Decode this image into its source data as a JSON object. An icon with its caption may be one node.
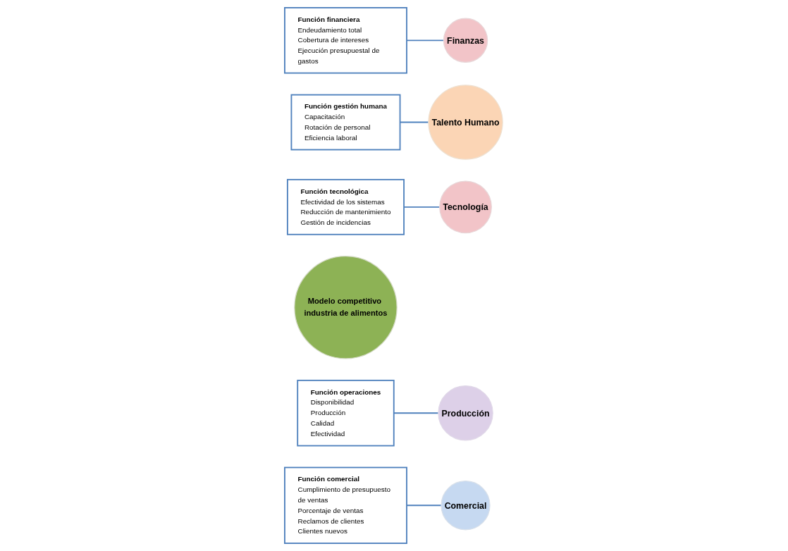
{
  "diagram": {
    "nodes": [
      {
        "text": [
          "Función financiera",
          "Endeudamiento total",
          "Cobertura de intereses",
          "Ejecución presupuestal de gastos"
        ]
      },
      {
        "text": [
          "Función gestión humana",
          "Capacitación",
          "Rotación de personal",
          "Eficiencia laboral"
        ]
      },
      {
        "text": [
          "Finanzas"
        ]
      },
      {
        "text": [
          "Función tecnológica",
          "Efectividad de los sistemas",
          "Reducción de mantenimiento",
          "Gestión de incidencias"
        ]
      },
      {
        "text": [
          "Talento Humano"
        ]
      },
      {
        "text": [
          "Modelo competitivo industria de alimentos"
        ]
      },
      {
        "text": [
          "Tecnología"
        ]
      },
      {
        "text": [
          "Función operaciones",
          "Disponibilidad",
          "Producción",
          "Calidad",
          "Efectividad"
        ]
      },
      {
        "text": [
          "Función comercial",
          "Cumplimiento de presupuesto de ventas",
          "Porcentaje de ventas",
          "Reclamos de clientes",
          "Clientes nuevos"
        ]
      },
      {
        "text": [
          "Comercial"
        ]
      },
      {
        "text": [
          "Producción"
        ]
      }
    ],
    "edges": [
      {
        "from": 0,
        "to": 2,
        "arrow": "none"
      },
      {
        "from": 1,
        "to": 4,
        "arrow": "none"
      },
      {
        "from": 3,
        "to": 6,
        "arrow": "none"
      },
      {
        "from": 7,
        "to": 10,
        "arrow": "none"
      },
      {
        "from": 8,
        "to": 9,
        "arrow": "none"
      }
    ]
  }
}
